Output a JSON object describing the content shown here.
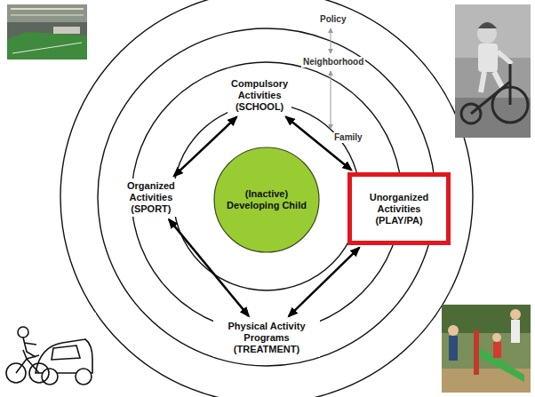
{
  "diagram": {
    "nodes": [
      {
        "text": [
          "Compulsory Activities (SCHOOL)"
        ]
      },
      {
        "text": [
          "Organized Activities (SPORT)"
        ]
      },
      {
        "text": [
          "(Inactive) Developing Child"
        ]
      },
      {
        "text": [
          "Unorganized Activities (PLAY/PA)"
        ]
      },
      {
        "text": [
          "Physical Activity Programs (TREATMENT)"
        ]
      }
    ],
    "edges": [
      {
        "from": 0,
        "to": 3,
        "arrow": "both"
      },
      {
        "from": 3,
        "to": 4,
        "arrow": "both"
      },
      {
        "from": 4,
        "to": 1,
        "arrow": "both"
      },
      {
        "from": 1,
        "to": 0,
        "arrow": "both"
      }
    ],
    "labels": [
      "Policy",
      "Neighborhood",
      "Family"
    ]
  }
}
